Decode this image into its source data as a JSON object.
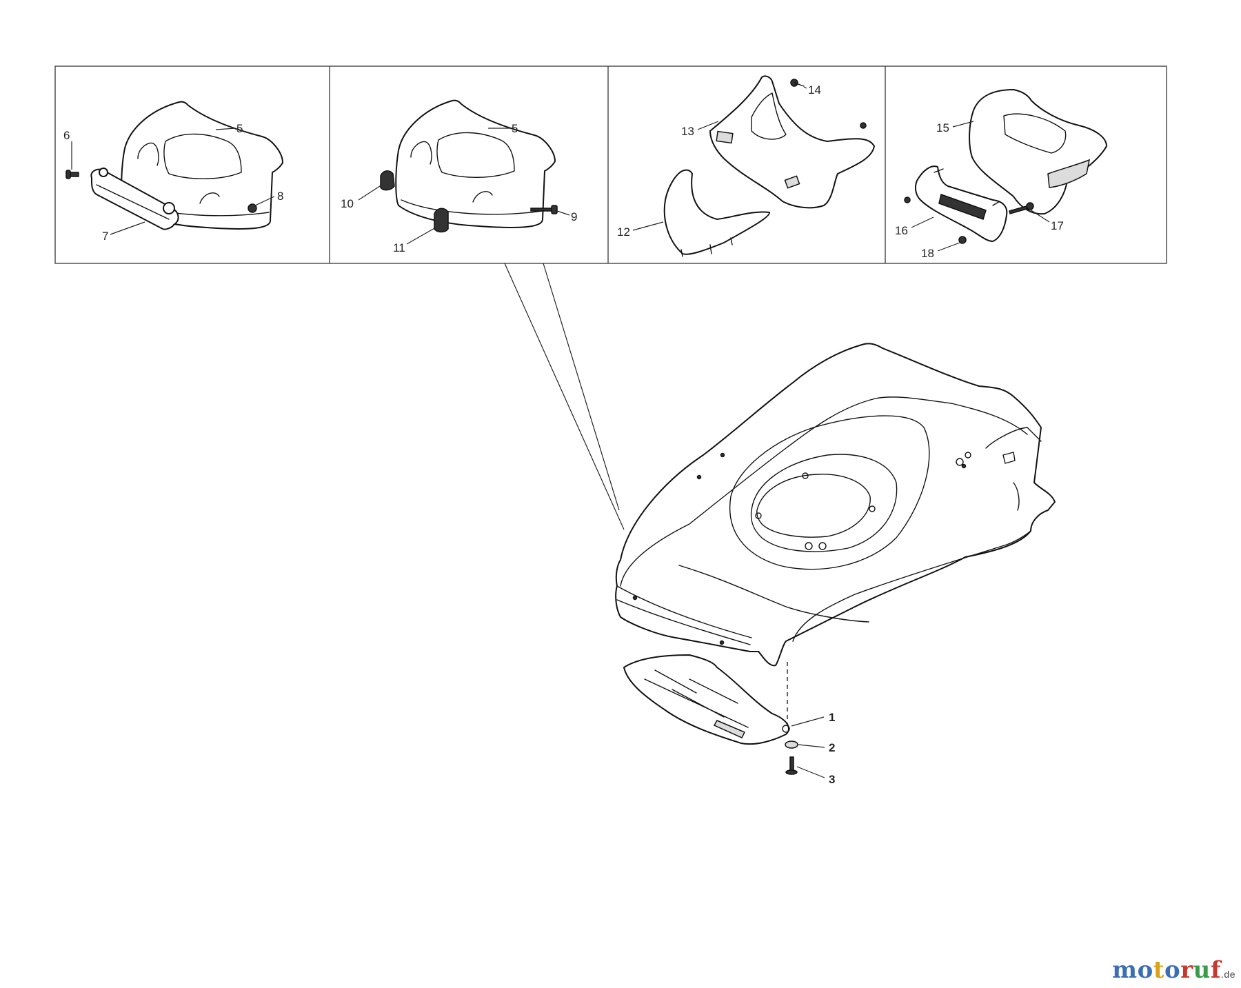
{
  "callouts": {
    "c1": "1",
    "c2": "2",
    "c3": "3",
    "c5a": "5",
    "c5b": "5",
    "c6": "6",
    "c7": "7",
    "c8": "8",
    "c9": "9",
    "c10": "10",
    "c11": "11",
    "c12": "12",
    "c13": "13",
    "c14": "14",
    "c15": "15",
    "c16": "16",
    "c17": "17",
    "c18": "18"
  },
  "watermark": {
    "letters": [
      "m",
      "o",
      "t",
      "o",
      "r",
      "u",
      "f"
    ],
    "colors": [
      "#3a6fb5",
      "#3a6fb5",
      "#d9a21b",
      "#3a6fb5",
      "#c33b2e",
      "#3a9a4a",
      "#c33b2e"
    ],
    "suffix": ".de"
  }
}
